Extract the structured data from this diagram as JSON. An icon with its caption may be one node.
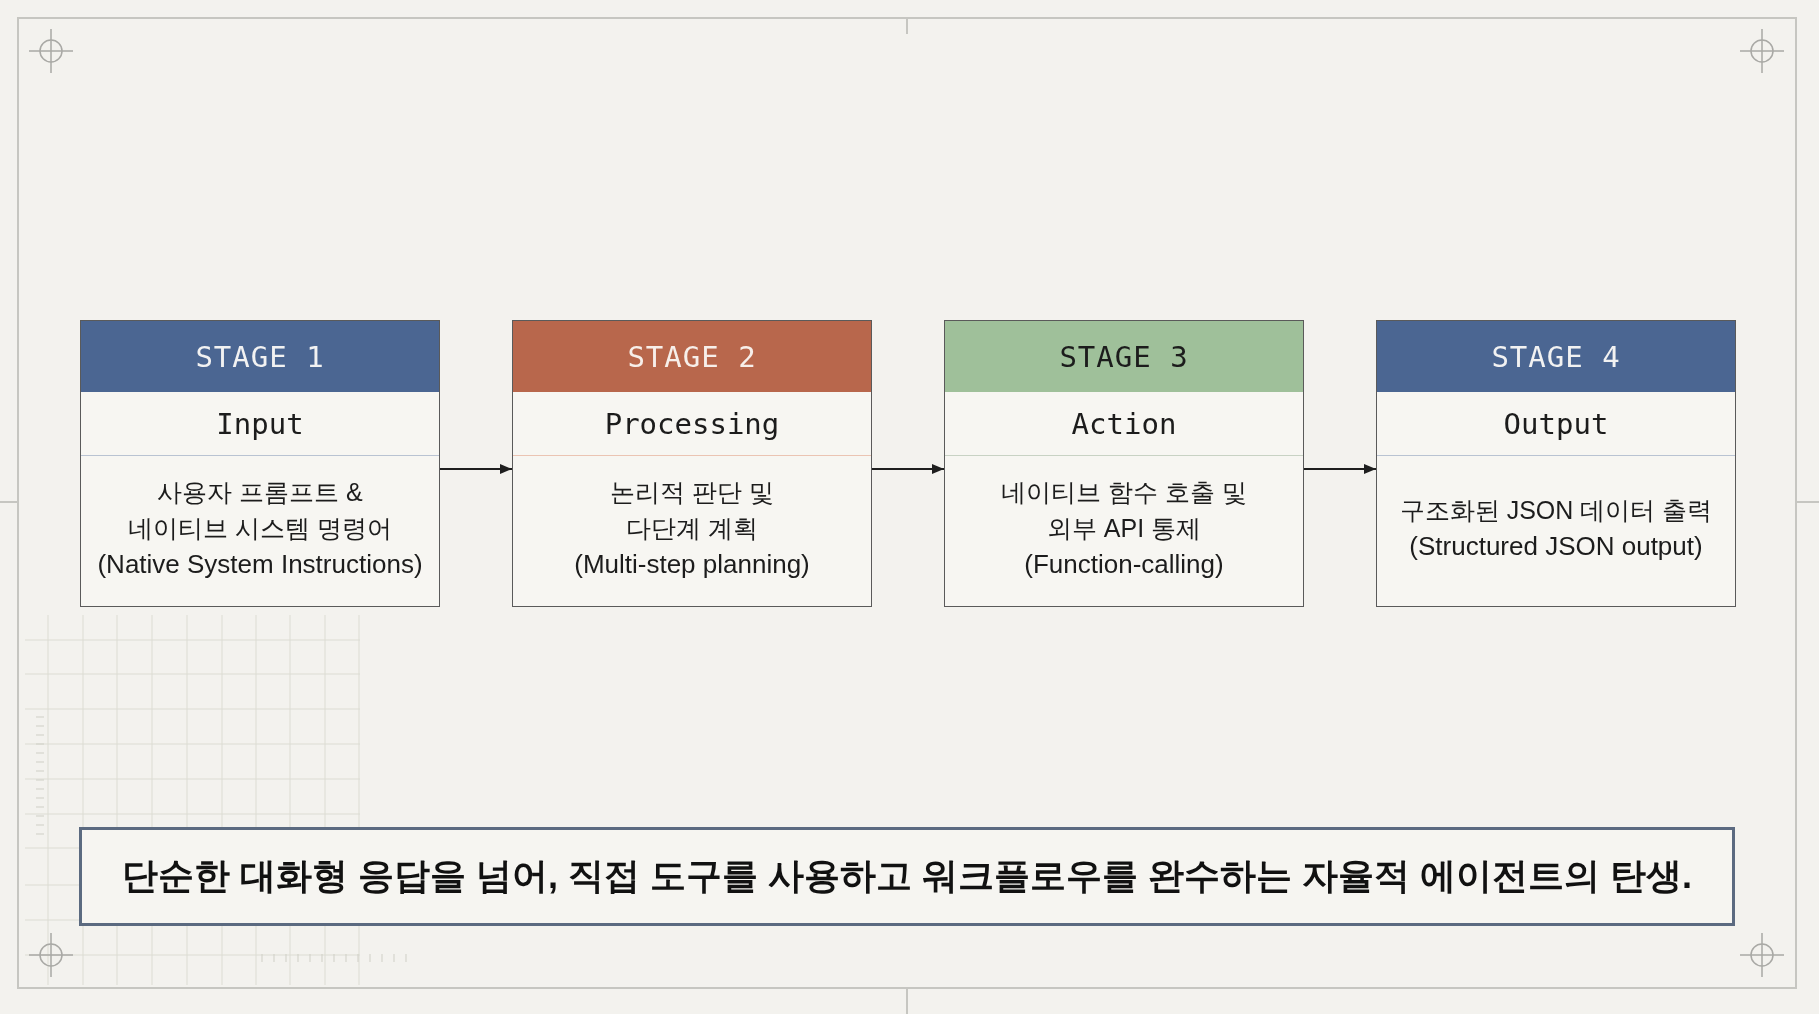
{
  "diagram": {
    "nodes": [
      {
        "text": [
          "STAGE 1",
          "Input",
          "사용자 프롬프트 & 네이티브 시스템 명령어",
          "(Native System Instructions)"
        ]
      },
      {
        "text": [
          "STAGE 2",
          "Processing",
          "논리적 판단 및 다단계 계획",
          "(Multi-step planning)"
        ]
      },
      {
        "text": [
          "STAGE 3",
          "Action",
          "네이티브 함수 호출 및 외부 API 통제",
          "(Function-calling)"
        ]
      },
      {
        "text": [
          "STAGE 4",
          "Output",
          "구조화된 JSON 데이터 출력",
          "(Structured JSON output)"
        ]
      },
      {
        "text": [
          "단순한 대화형 응답을 넘어, 직접 도구를 사용하고 워크플로우를 완수하는 자율적 에이전트의 탄생."
        ]
      }
    ],
    "edges": [
      {
        "from": 0,
        "to": 1,
        "arrow": "to"
      },
      {
        "from": 1,
        "to": 2,
        "arrow": "to"
      },
      {
        "from": 2,
        "to": 3,
        "arrow": "to"
      }
    ]
  }
}
